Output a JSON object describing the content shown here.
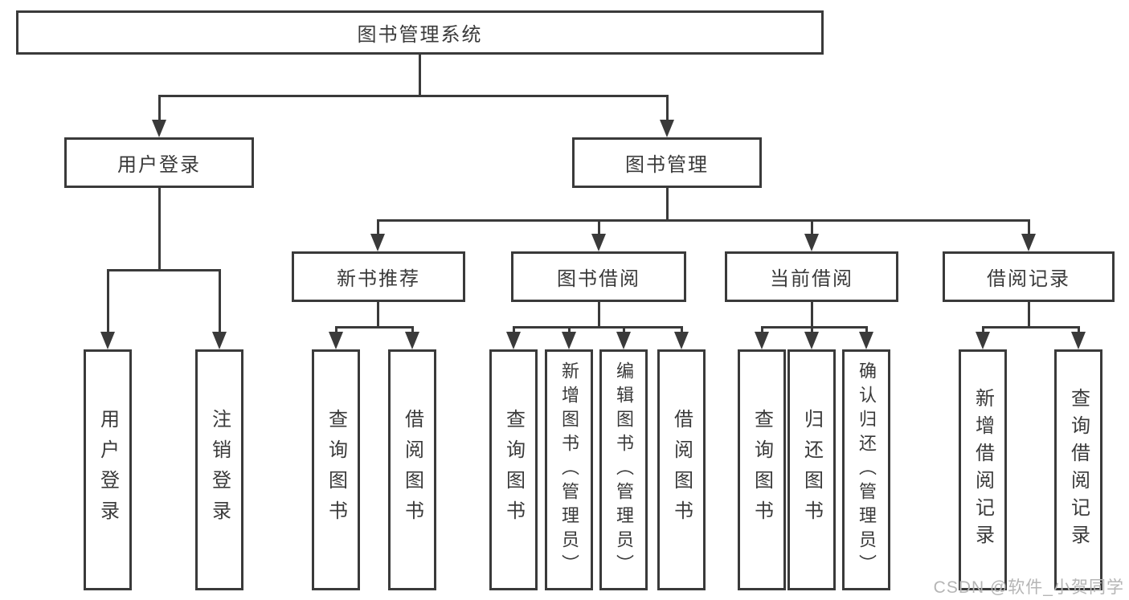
{
  "colors": {
    "line": "#3a3a3a",
    "text": "#3a3a3a",
    "background": "#ffffff",
    "watermark": "#b5b5b5"
  },
  "watermark": {
    "text": "CSDN @软件_小贺同学"
  },
  "tree": {
    "root": {
      "label": "图书管理系统",
      "children": [
        {
          "label": "用户登录",
          "children": [
            {
              "label": "用户登录"
            },
            {
              "label": "注销登录"
            }
          ]
        },
        {
          "label": "图书管理",
          "children": [
            {
              "label": "新书推荐",
              "children": [
                {
                  "label": "查询图书"
                },
                {
                  "label": "借阅图书"
                }
              ]
            },
            {
              "label": "图书借阅",
              "children": [
                {
                  "label": "查询图书"
                },
                {
                  "label": "新增图书（管理员）"
                },
                {
                  "label": "编辑图书（管理员）"
                },
                {
                  "label": "借阅图书"
                }
              ]
            },
            {
              "label": "当前借阅",
              "children": [
                {
                  "label": "查询图书"
                },
                {
                  "label": "归还图书"
                },
                {
                  "label": "确认归还（管理员）"
                }
              ]
            },
            {
              "label": "借阅记录",
              "children": [
                {
                  "label": "新增借阅记录"
                },
                {
                  "label": "查询借阅记录"
                }
              ]
            }
          ]
        }
      ]
    }
  }
}
